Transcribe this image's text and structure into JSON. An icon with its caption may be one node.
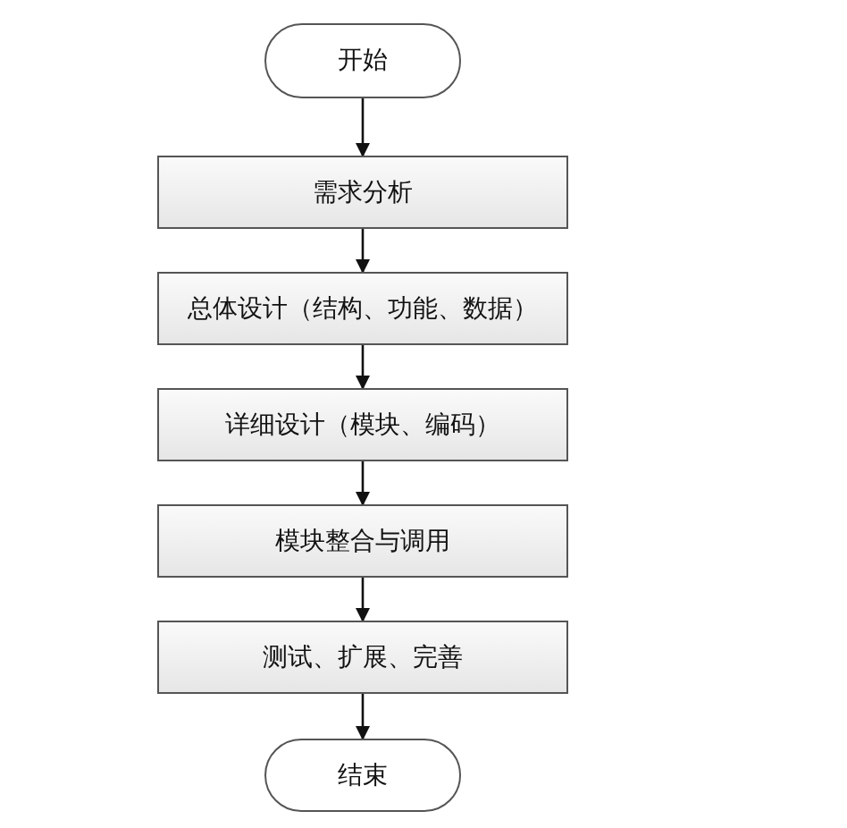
{
  "diagram": {
    "nodes": [
      {
        "text": [
          "开始"
        ]
      },
      {
        "text": [
          "需求分析"
        ]
      },
      {
        "text": [
          "总体设计（结构、功能、数据）"
        ]
      },
      {
        "text": [
          "详细设计（模块、编码）"
        ]
      },
      {
        "text": [
          "模块整合与调用"
        ]
      },
      {
        "text": [
          "测试、扩展、完善"
        ]
      },
      {
        "text": [
          "结束"
        ]
      }
    ],
    "edges": [
      {
        "from": 0,
        "to": 1,
        "arrow": "to"
      },
      {
        "from": 1,
        "to": 2,
        "arrow": "to"
      },
      {
        "from": 2,
        "to": 3,
        "arrow": "to"
      },
      {
        "from": 3,
        "to": 4,
        "arrow": "to"
      },
      {
        "from": 4,
        "to": 5,
        "arrow": "to"
      },
      {
        "from": 5,
        "to": 6,
        "arrow": "to"
      }
    ]
  }
}
